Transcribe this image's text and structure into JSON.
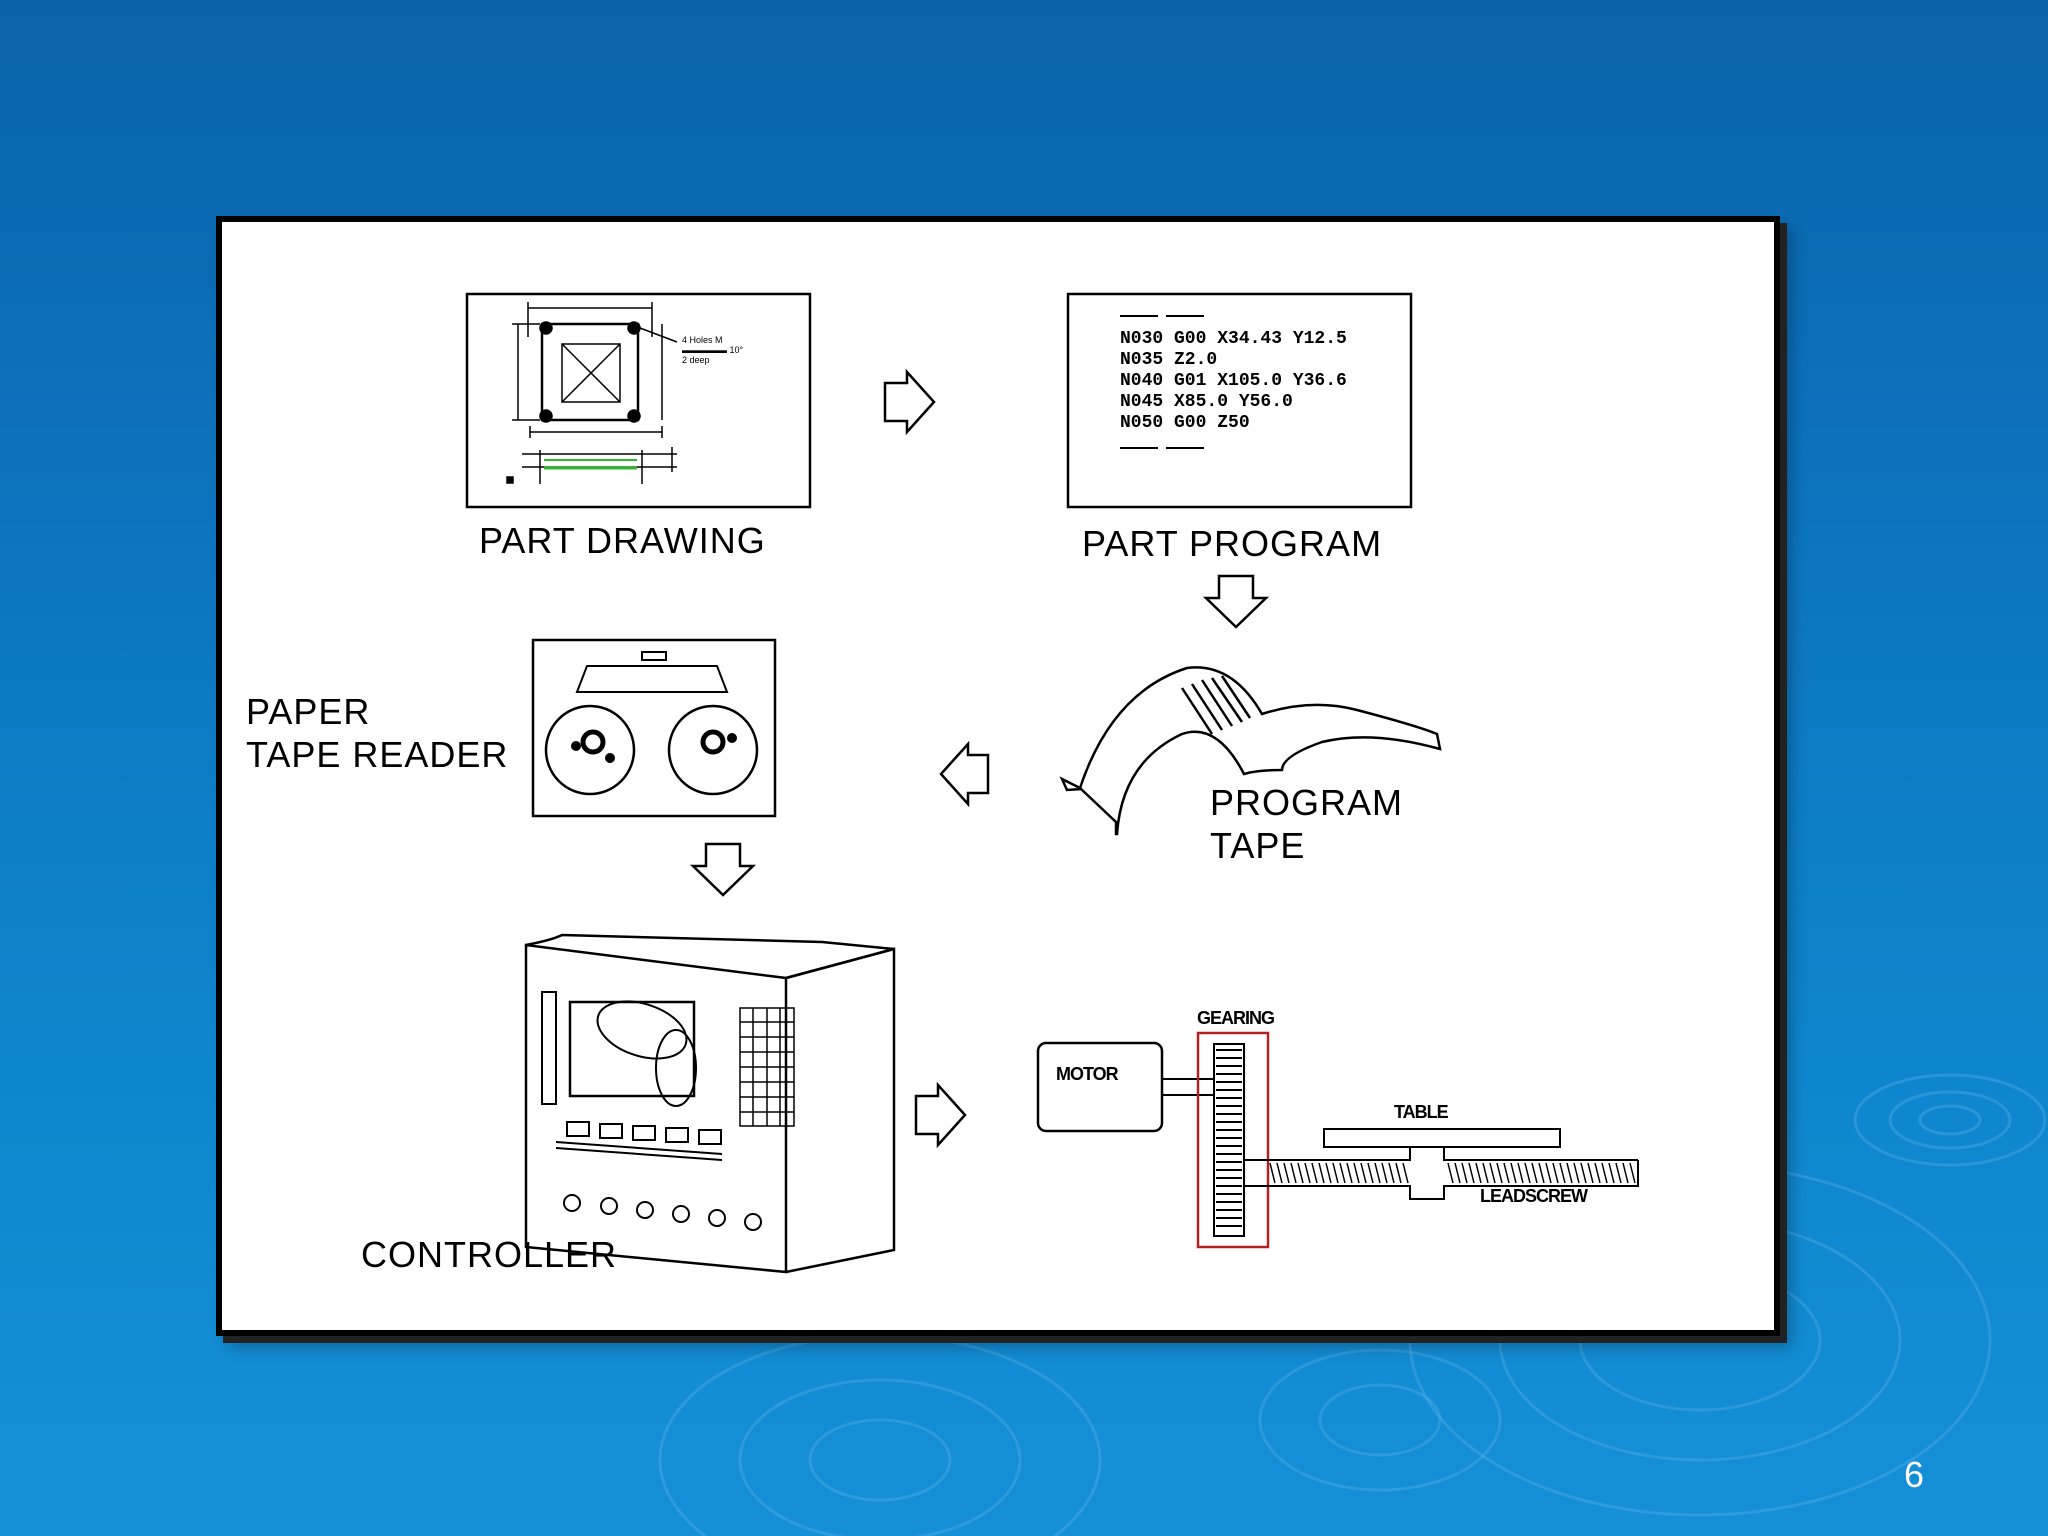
{
  "slide": {
    "number": "6"
  },
  "diagram": {
    "part_drawing": {
      "label": "PART  DRAWING",
      "note_lines": [
        "4 Holes M",
        "▬▬▬▬▬ 10°",
        "2 deep"
      ]
    },
    "part_program": {
      "label": "PART  PROGRAM",
      "lines": [
        "N030  G00  X34.43  Y12.5",
        "N035  Z2.0",
        "N040  G01  X105.0  Y36.6",
        "N045  X85.0  Y56.0",
        "N050  G00  Z50"
      ]
    },
    "program_tape": {
      "label_line1": "PROGRAM",
      "label_line2": "TAPE"
    },
    "paper_tape_reader": {
      "label_line1": "PAPER",
      "label_line2": "TAPE  READER"
    },
    "controller": {
      "label": "CONTROLLER"
    },
    "drive": {
      "motor_label": "MOTOR",
      "gearing_label": "GEARING",
      "table_label": "TABLE",
      "leadscrew_label": "LEADSCREW"
    }
  },
  "colors": {
    "background_top": "#0a63aa",
    "background_bottom": "#1590d8",
    "panel": "#ffffff",
    "gearing_box": "#b22222",
    "drawing_accent": "#2db82d"
  }
}
